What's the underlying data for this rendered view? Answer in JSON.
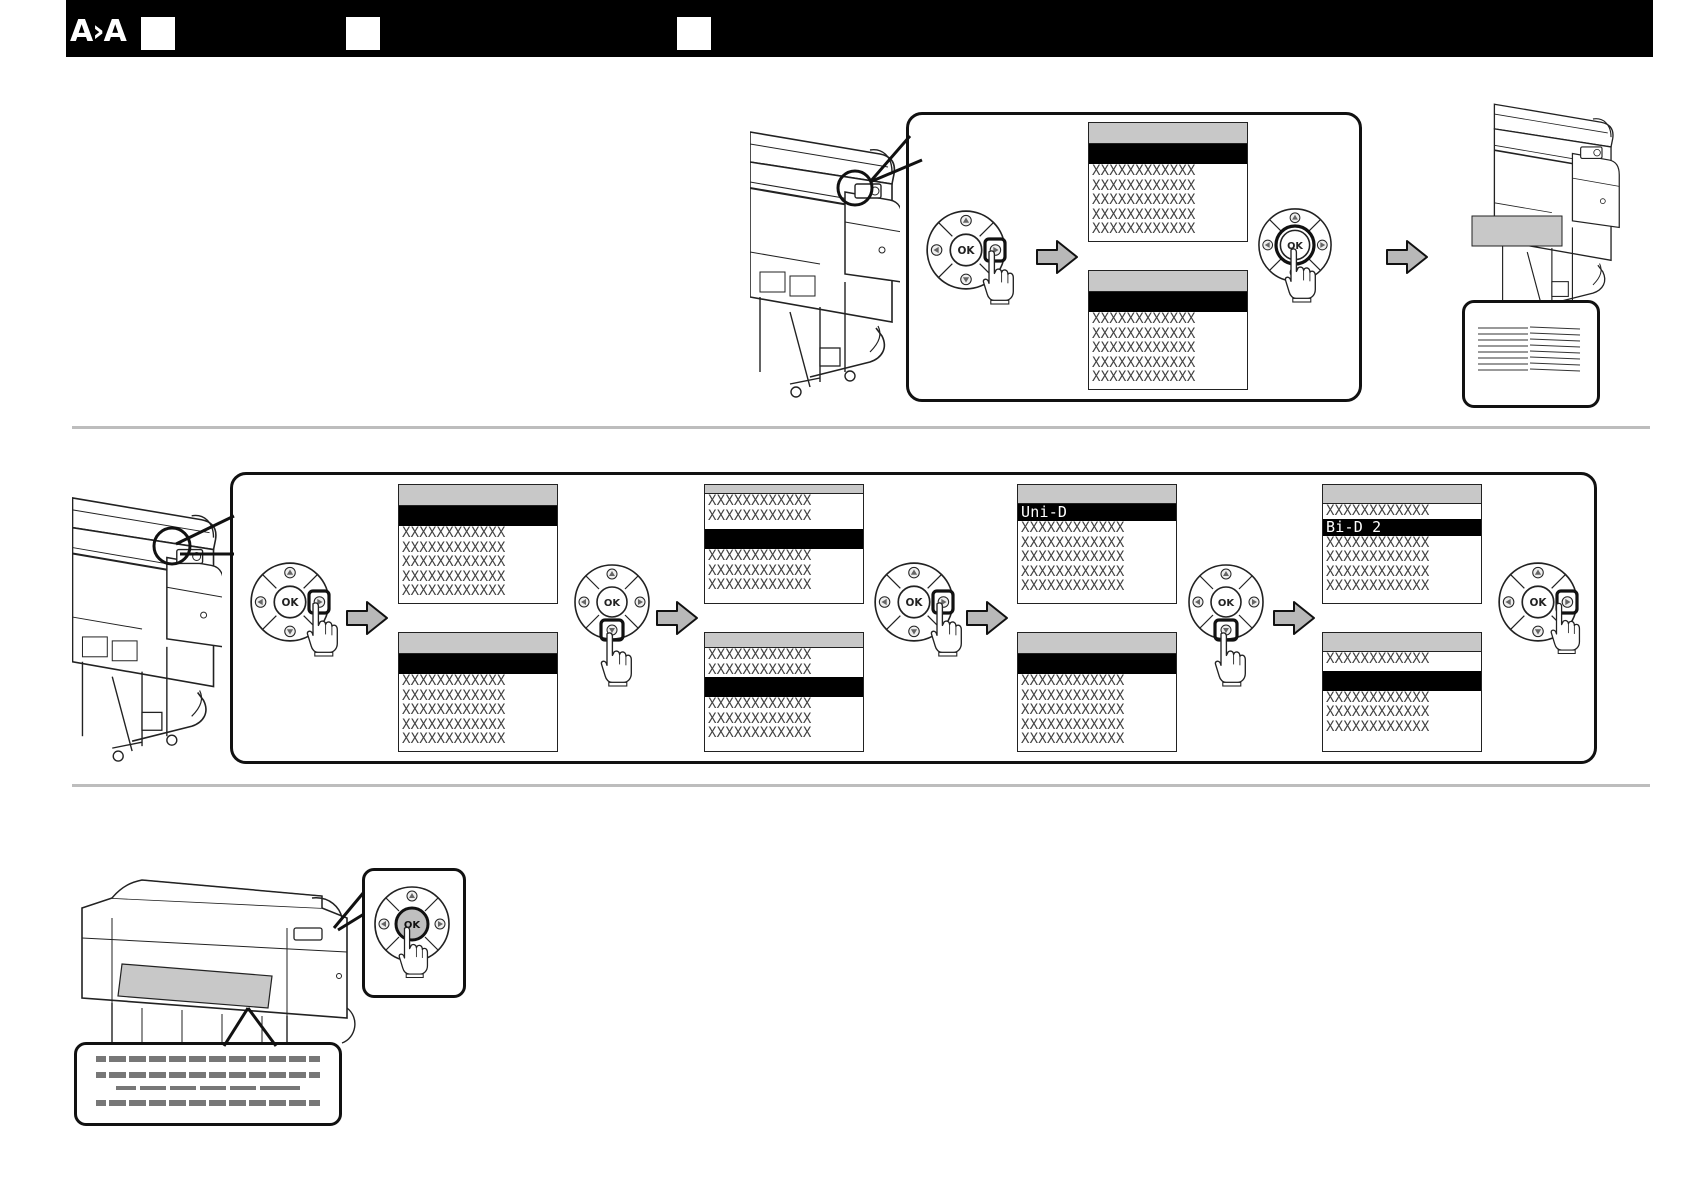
{
  "header": {
    "logo": "A›A"
  },
  "lcd_text": {
    "placeholder_row": "XXXXXXXXXXXX",
    "uni_d": "Uni-D",
    "bi_d2": "Bi-D 2"
  },
  "buttons": {
    "ok_label": "OK"
  },
  "colors": {
    "header_bg": "#000000",
    "lcd_bar": "#c8c8c8",
    "highlight": "#000000",
    "rule": "#bdbdbd"
  },
  "icons": [
    "printer-icon",
    "control-pad-icon",
    "pointing-hand-icon",
    "arrow-right-icon",
    "print-pattern-icon"
  ]
}
